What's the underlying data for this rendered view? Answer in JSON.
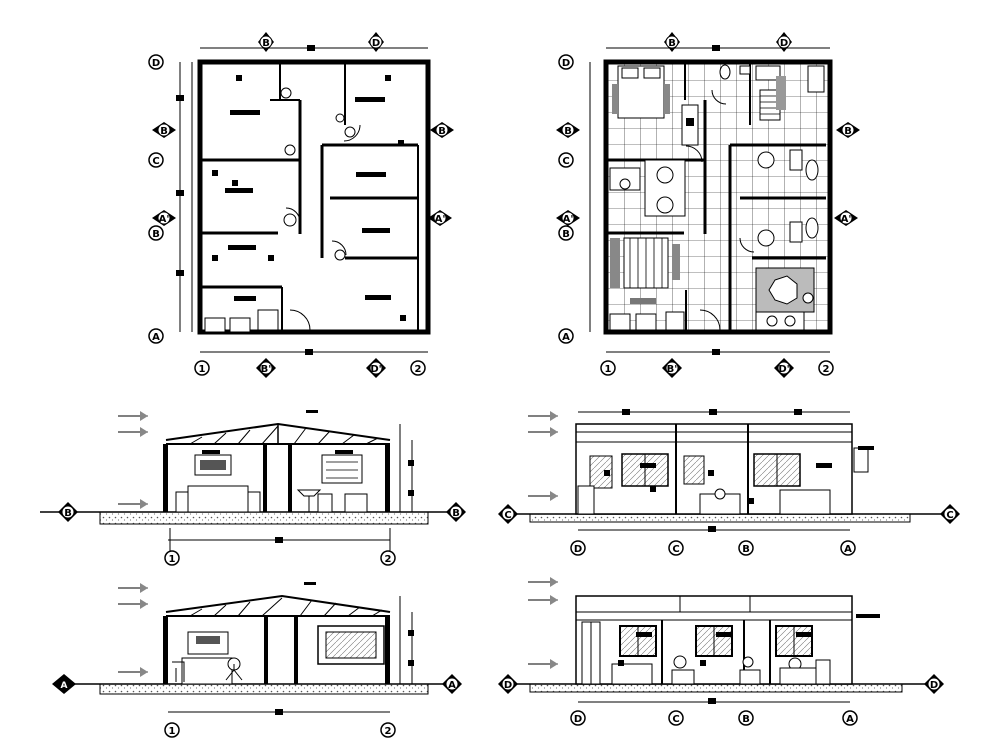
{
  "plan1": {
    "rows": [
      "D",
      "B",
      "C",
      "A'",
      "B",
      "A"
    ],
    "cols": [
      "1",
      "B'",
      "D'",
      "2"
    ],
    "top_markers": [
      "B",
      "D"
    ]
  },
  "plan2": {
    "rows": [
      "D",
      "B",
      "C",
      "A'",
      "B",
      "A"
    ],
    "cols": [
      "1",
      "B'",
      "D'",
      "2"
    ],
    "top_markers": [
      "B",
      "D"
    ]
  },
  "section_bb": {
    "left_tag": "B",
    "right_tag": "B",
    "axes": [
      "1",
      "2"
    ]
  },
  "section_aa": {
    "left_tag": "A",
    "right_tag": "A",
    "axes": [
      "1",
      "2"
    ]
  },
  "elevation_cc": {
    "left_tag": "C",
    "right_tag": "C",
    "axes": [
      "D",
      "C",
      "B",
      "A"
    ]
  },
  "elevation_dd": {
    "left_tag": "D",
    "right_tag": "D",
    "axes": [
      "D",
      "C",
      "B",
      "A"
    ]
  },
  "colors": {
    "line": "#000000",
    "hatch": "#9a9a9a",
    "fill_dark": "#555555"
  }
}
